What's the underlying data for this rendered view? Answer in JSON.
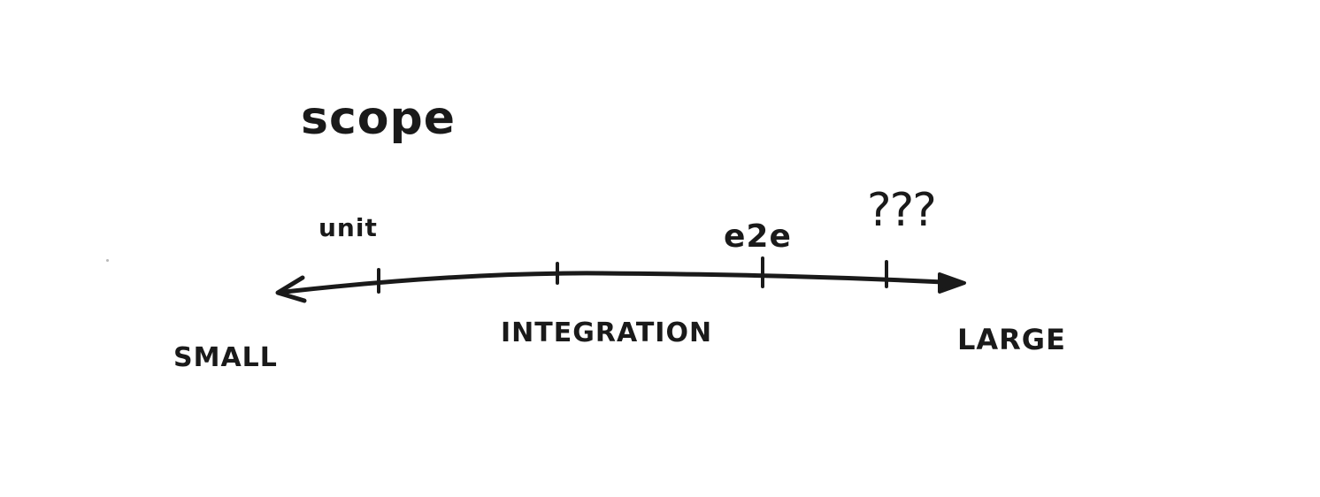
{
  "diagram": {
    "title": "SCOPE",
    "axis": {
      "left_end_label": "SMALL",
      "right_end_label": "LARGE"
    },
    "ticks": [
      {
        "id": "unit",
        "label": "UNIT"
      },
      {
        "id": "integration",
        "label": "INTEGRATION"
      },
      {
        "id": "e2e",
        "label": "E2E"
      },
      {
        "id": "unknown",
        "label": "???"
      }
    ]
  },
  "colors": {
    "ink": "#1a1a1a",
    "paper": "#ffffff"
  }
}
